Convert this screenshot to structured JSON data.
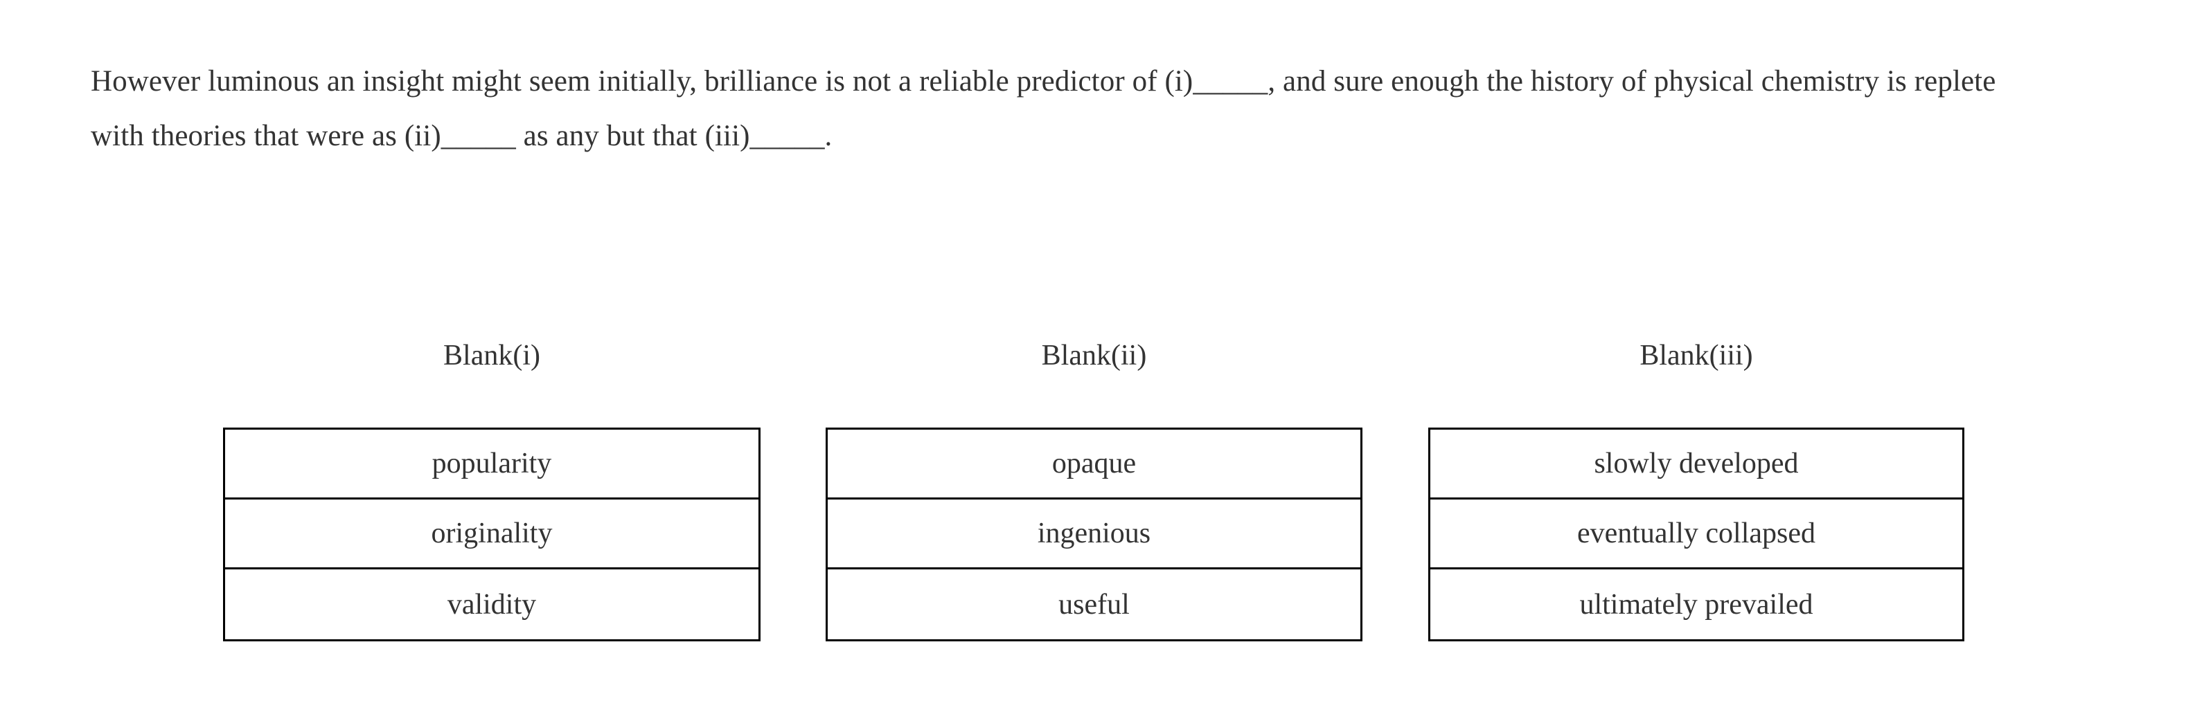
{
  "passage": {
    "line1": "However luminous an insight might seem initially, brilliance is not a reliable predictor of (i)_____, and sure enough the history of",
    "line2": "physical chemistry is replete with theories that were as (ii)_____ as any but that (iii)_____.",
    "full_text": "However luminous an insight might seem initially, brilliance is not a reliable predictor of (i)_____, and sure enough the history of physical chemistry is replete with theories that were as (ii)_____ as any but that (iii)_____."
  },
  "columns": [
    {
      "header": "Blank(i)",
      "options": [
        "popularity",
        "originality",
        "validity"
      ]
    },
    {
      "header": "Blank(ii)",
      "options": [
        "opaque",
        "ingenious",
        "useful"
      ]
    },
    {
      "header": "Blank(iii)",
      "options": [
        "slowly developed",
        "eventually collapsed",
        "ultimately prevailed"
      ]
    }
  ],
  "colors": {
    "text": "#333333",
    "border": "#000000",
    "background": "#ffffff"
  }
}
